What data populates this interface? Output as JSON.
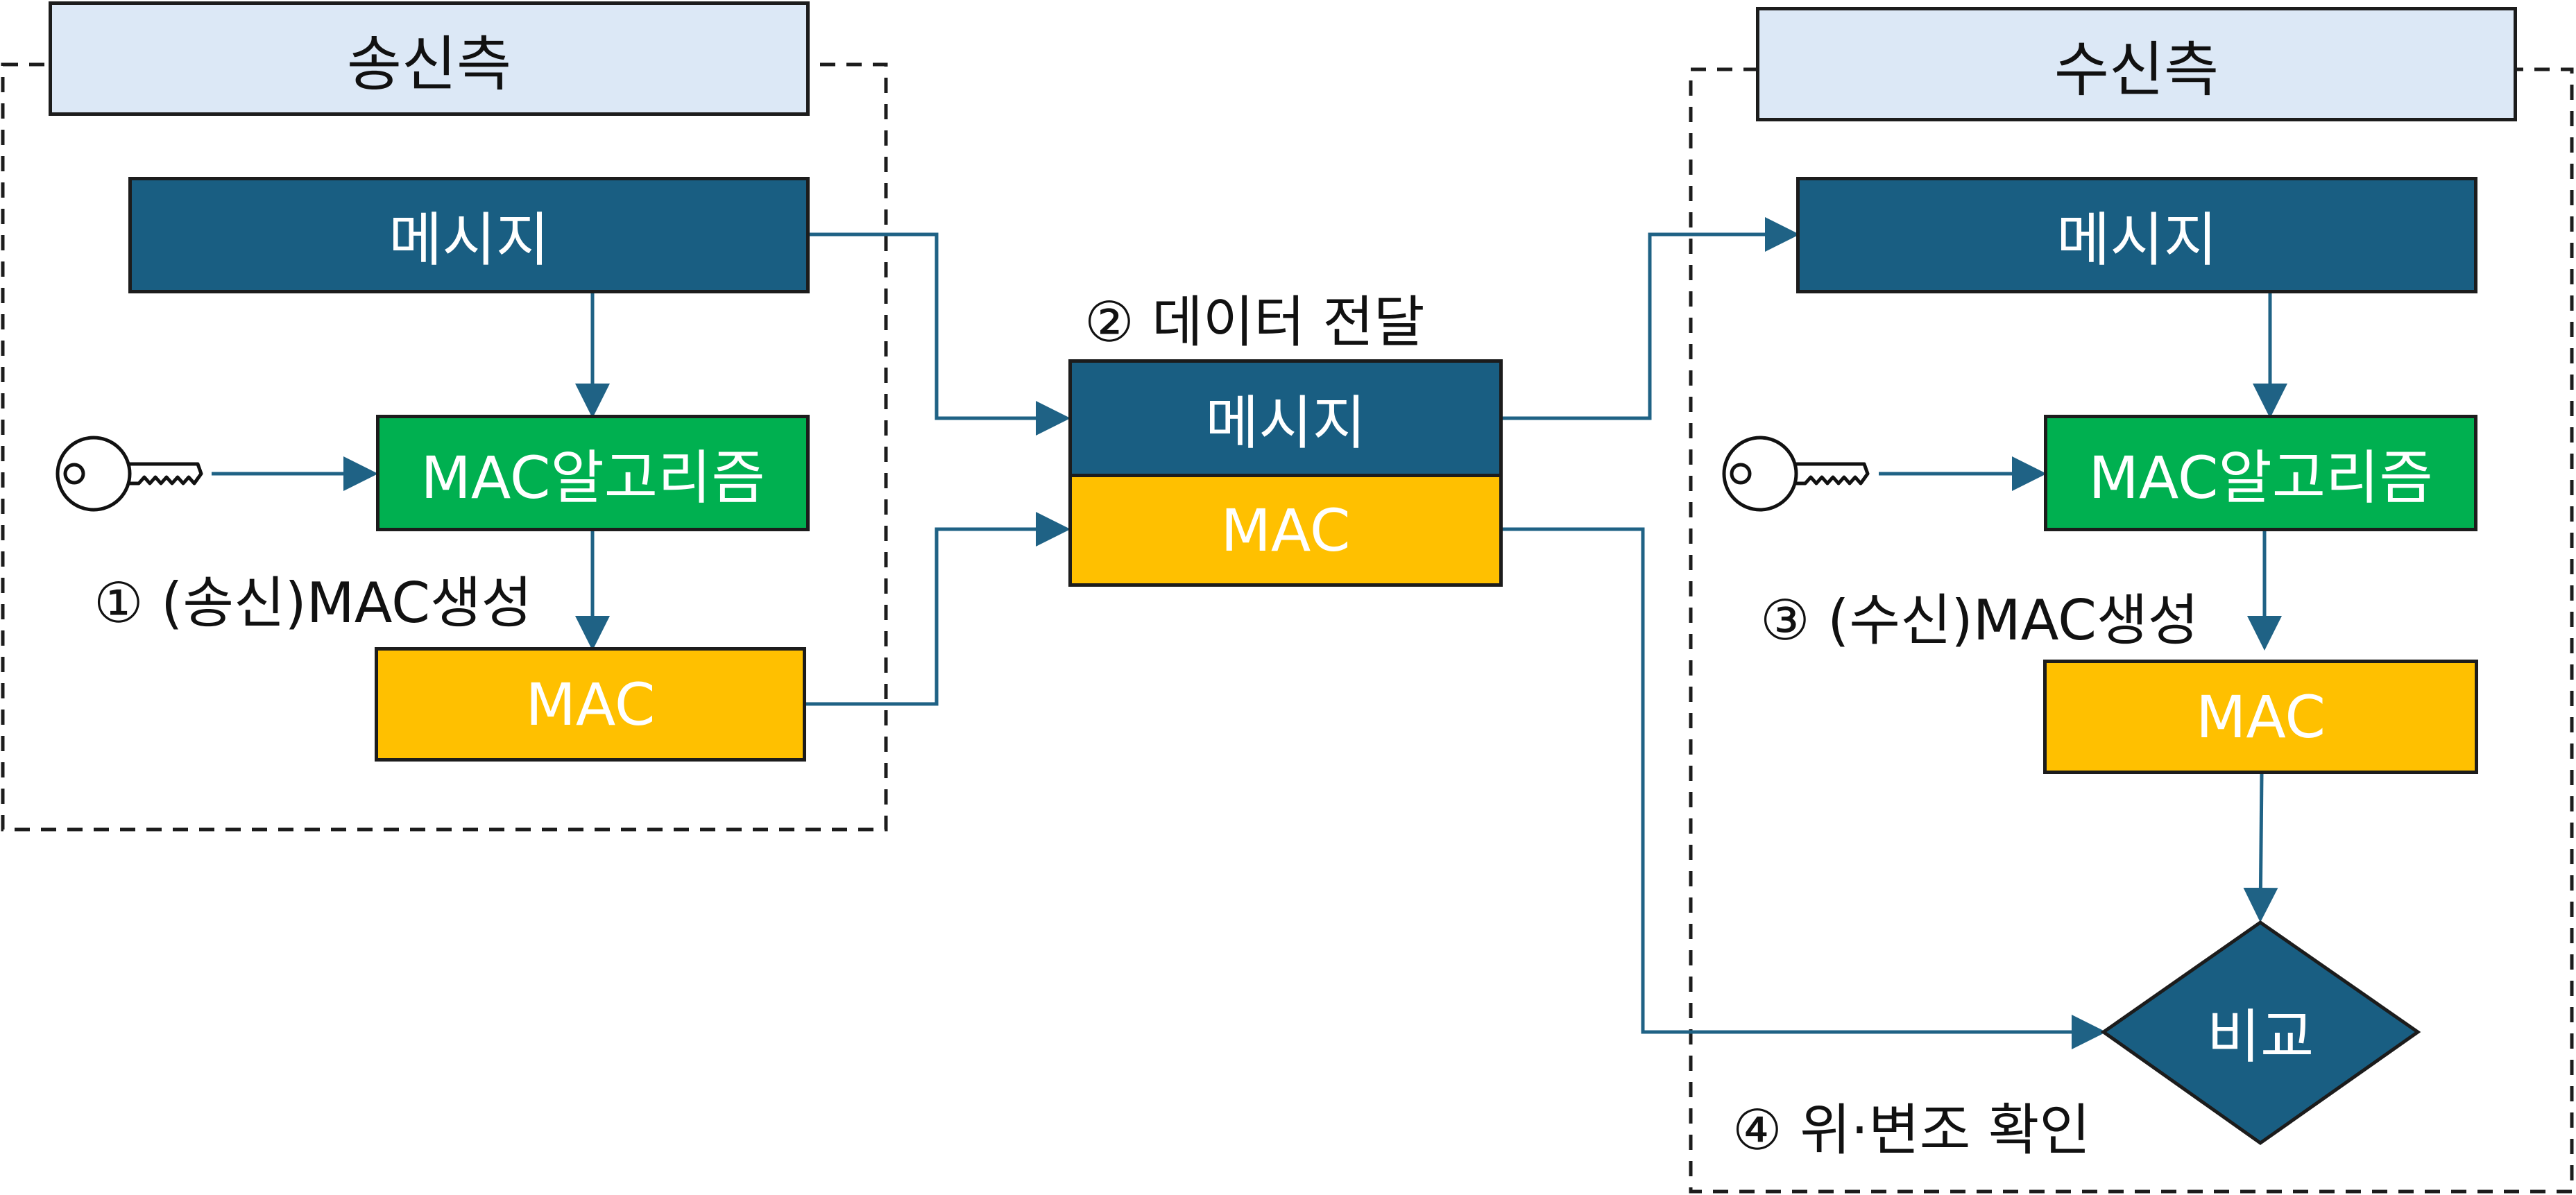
{
  "sender": {
    "title": "송신측",
    "message": "메시지",
    "algorithm": "MAC알고리즘",
    "mac": "MAC",
    "step_label": "① (송신)MAC생성"
  },
  "transfer": {
    "step_label": "② 데이터 전달",
    "message": "메시지",
    "mac": "MAC"
  },
  "receiver": {
    "title": "수신측",
    "message": "메시지",
    "algorithm": "MAC알고리즘",
    "mac": "MAC",
    "step_label": "③ (수신)MAC생성",
    "compare": "비교",
    "verify_label": "④ 위·변조 확인"
  },
  "icons": {
    "sender_key": "key-icon",
    "receiver_key": "key-icon"
  },
  "colors": {
    "message": "#195e82",
    "algorithm": "#00b050",
    "mac": "#ffc000",
    "header": "#dce8f6",
    "arrow": "#1f6285"
  }
}
